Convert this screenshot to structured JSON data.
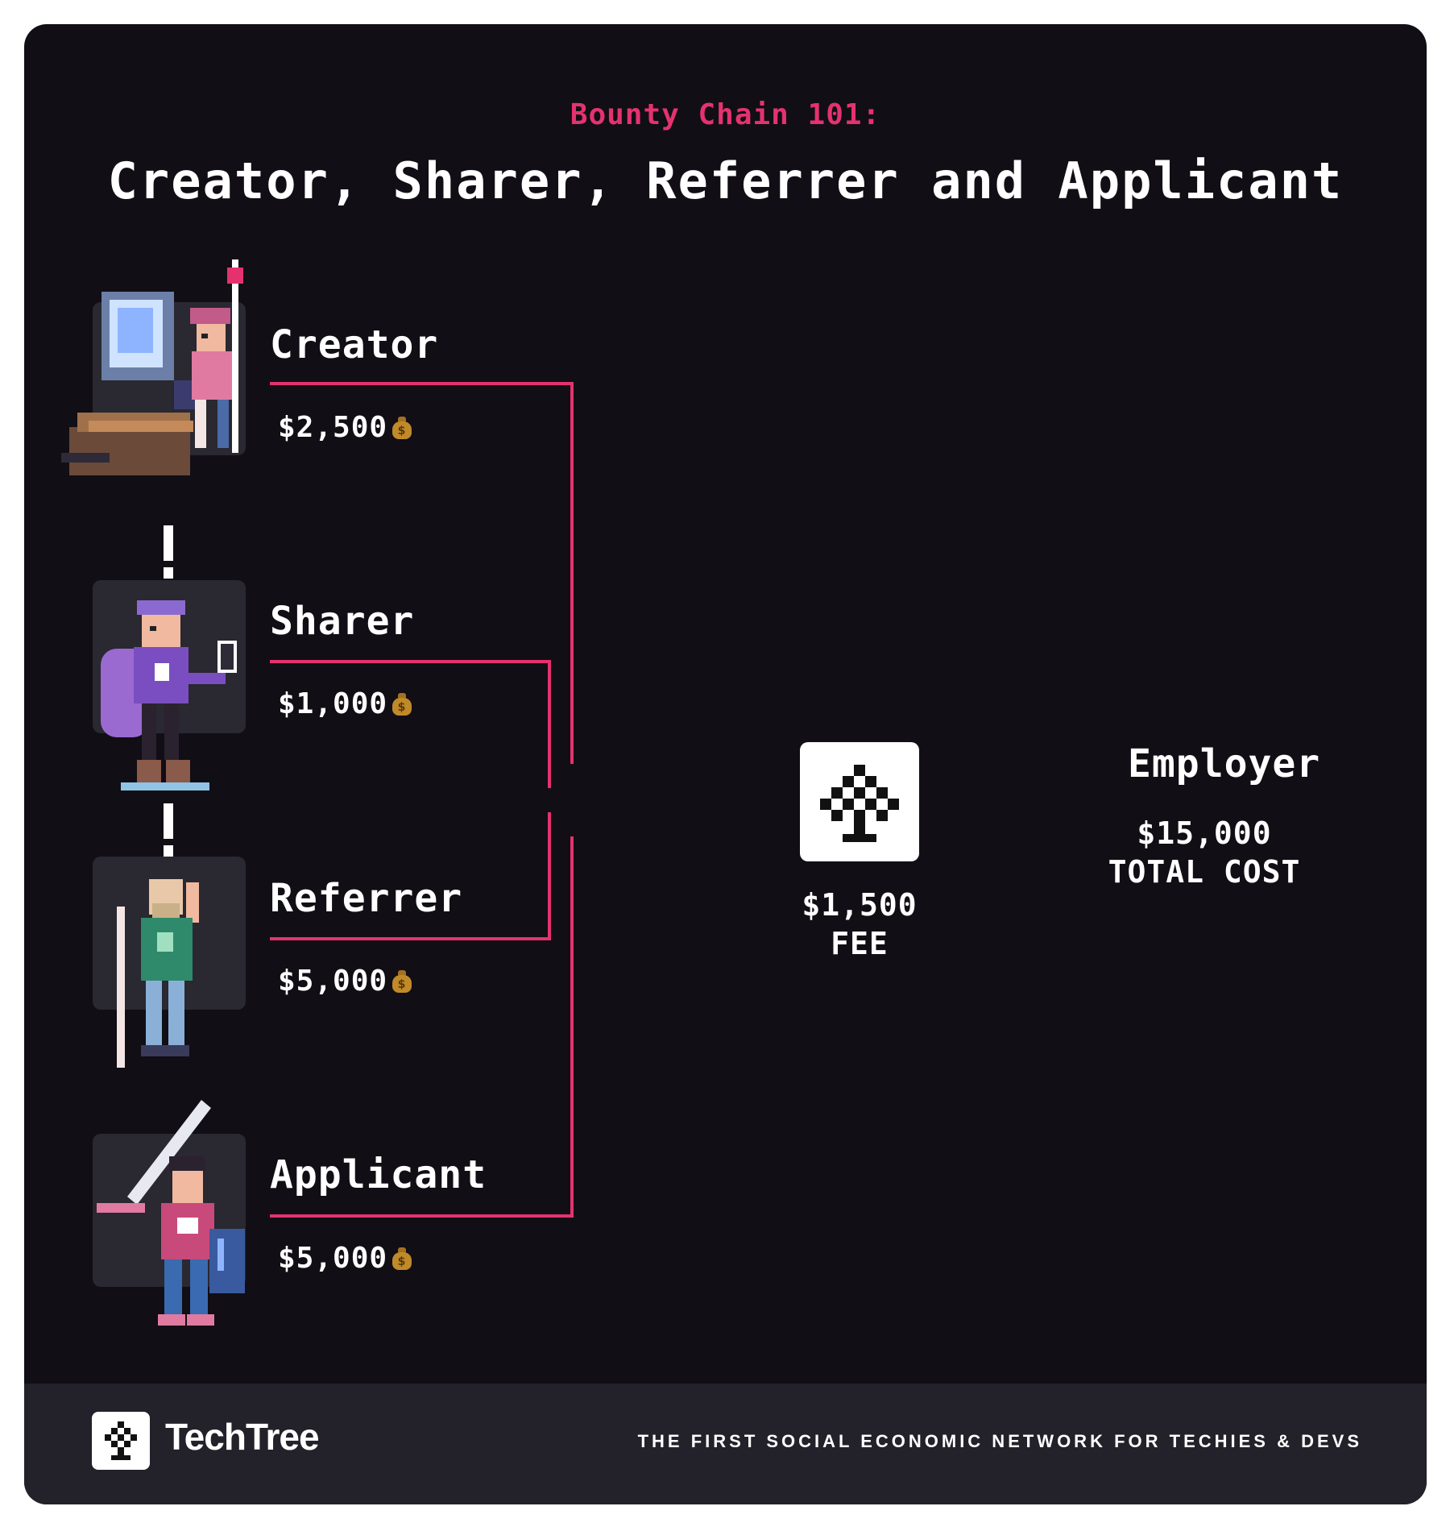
{
  "header": {
    "kicker": "Bounty Chain 101:",
    "title": "Creator, Sharer, Referrer and Applicant"
  },
  "roles": [
    {
      "name": "Creator",
      "amount": "$2,500",
      "avatar_icon": "pixel-developer-at-desk-icon"
    },
    {
      "name": "Sharer",
      "amount": "$1,000",
      "avatar_icon": "pixel-sharer-with-phone-icon"
    },
    {
      "name": "Referrer",
      "amount": "$5,000",
      "avatar_icon": "pixel-referrer-with-staff-icon"
    },
    {
      "name": "Applicant",
      "amount": "$5,000",
      "avatar_icon": "pixel-applicant-with-sword-icon"
    }
  ],
  "hub": {
    "icon": "techtree-logo-icon",
    "fee_amount": "$1,500",
    "fee_label": "FEE"
  },
  "employer": {
    "name": "Employer",
    "total_amount": "$15,000",
    "total_label": "TOTAL COST"
  },
  "footer": {
    "brand": "TechTree",
    "tagline": "THE FIRST SOCIAL ECONOMIC NETWORK FOR TECHIES & DEVS"
  },
  "colors": {
    "background": "#110e15",
    "footer": "#232129",
    "accent": "#e5326f",
    "text": "#ffffff"
  }
}
